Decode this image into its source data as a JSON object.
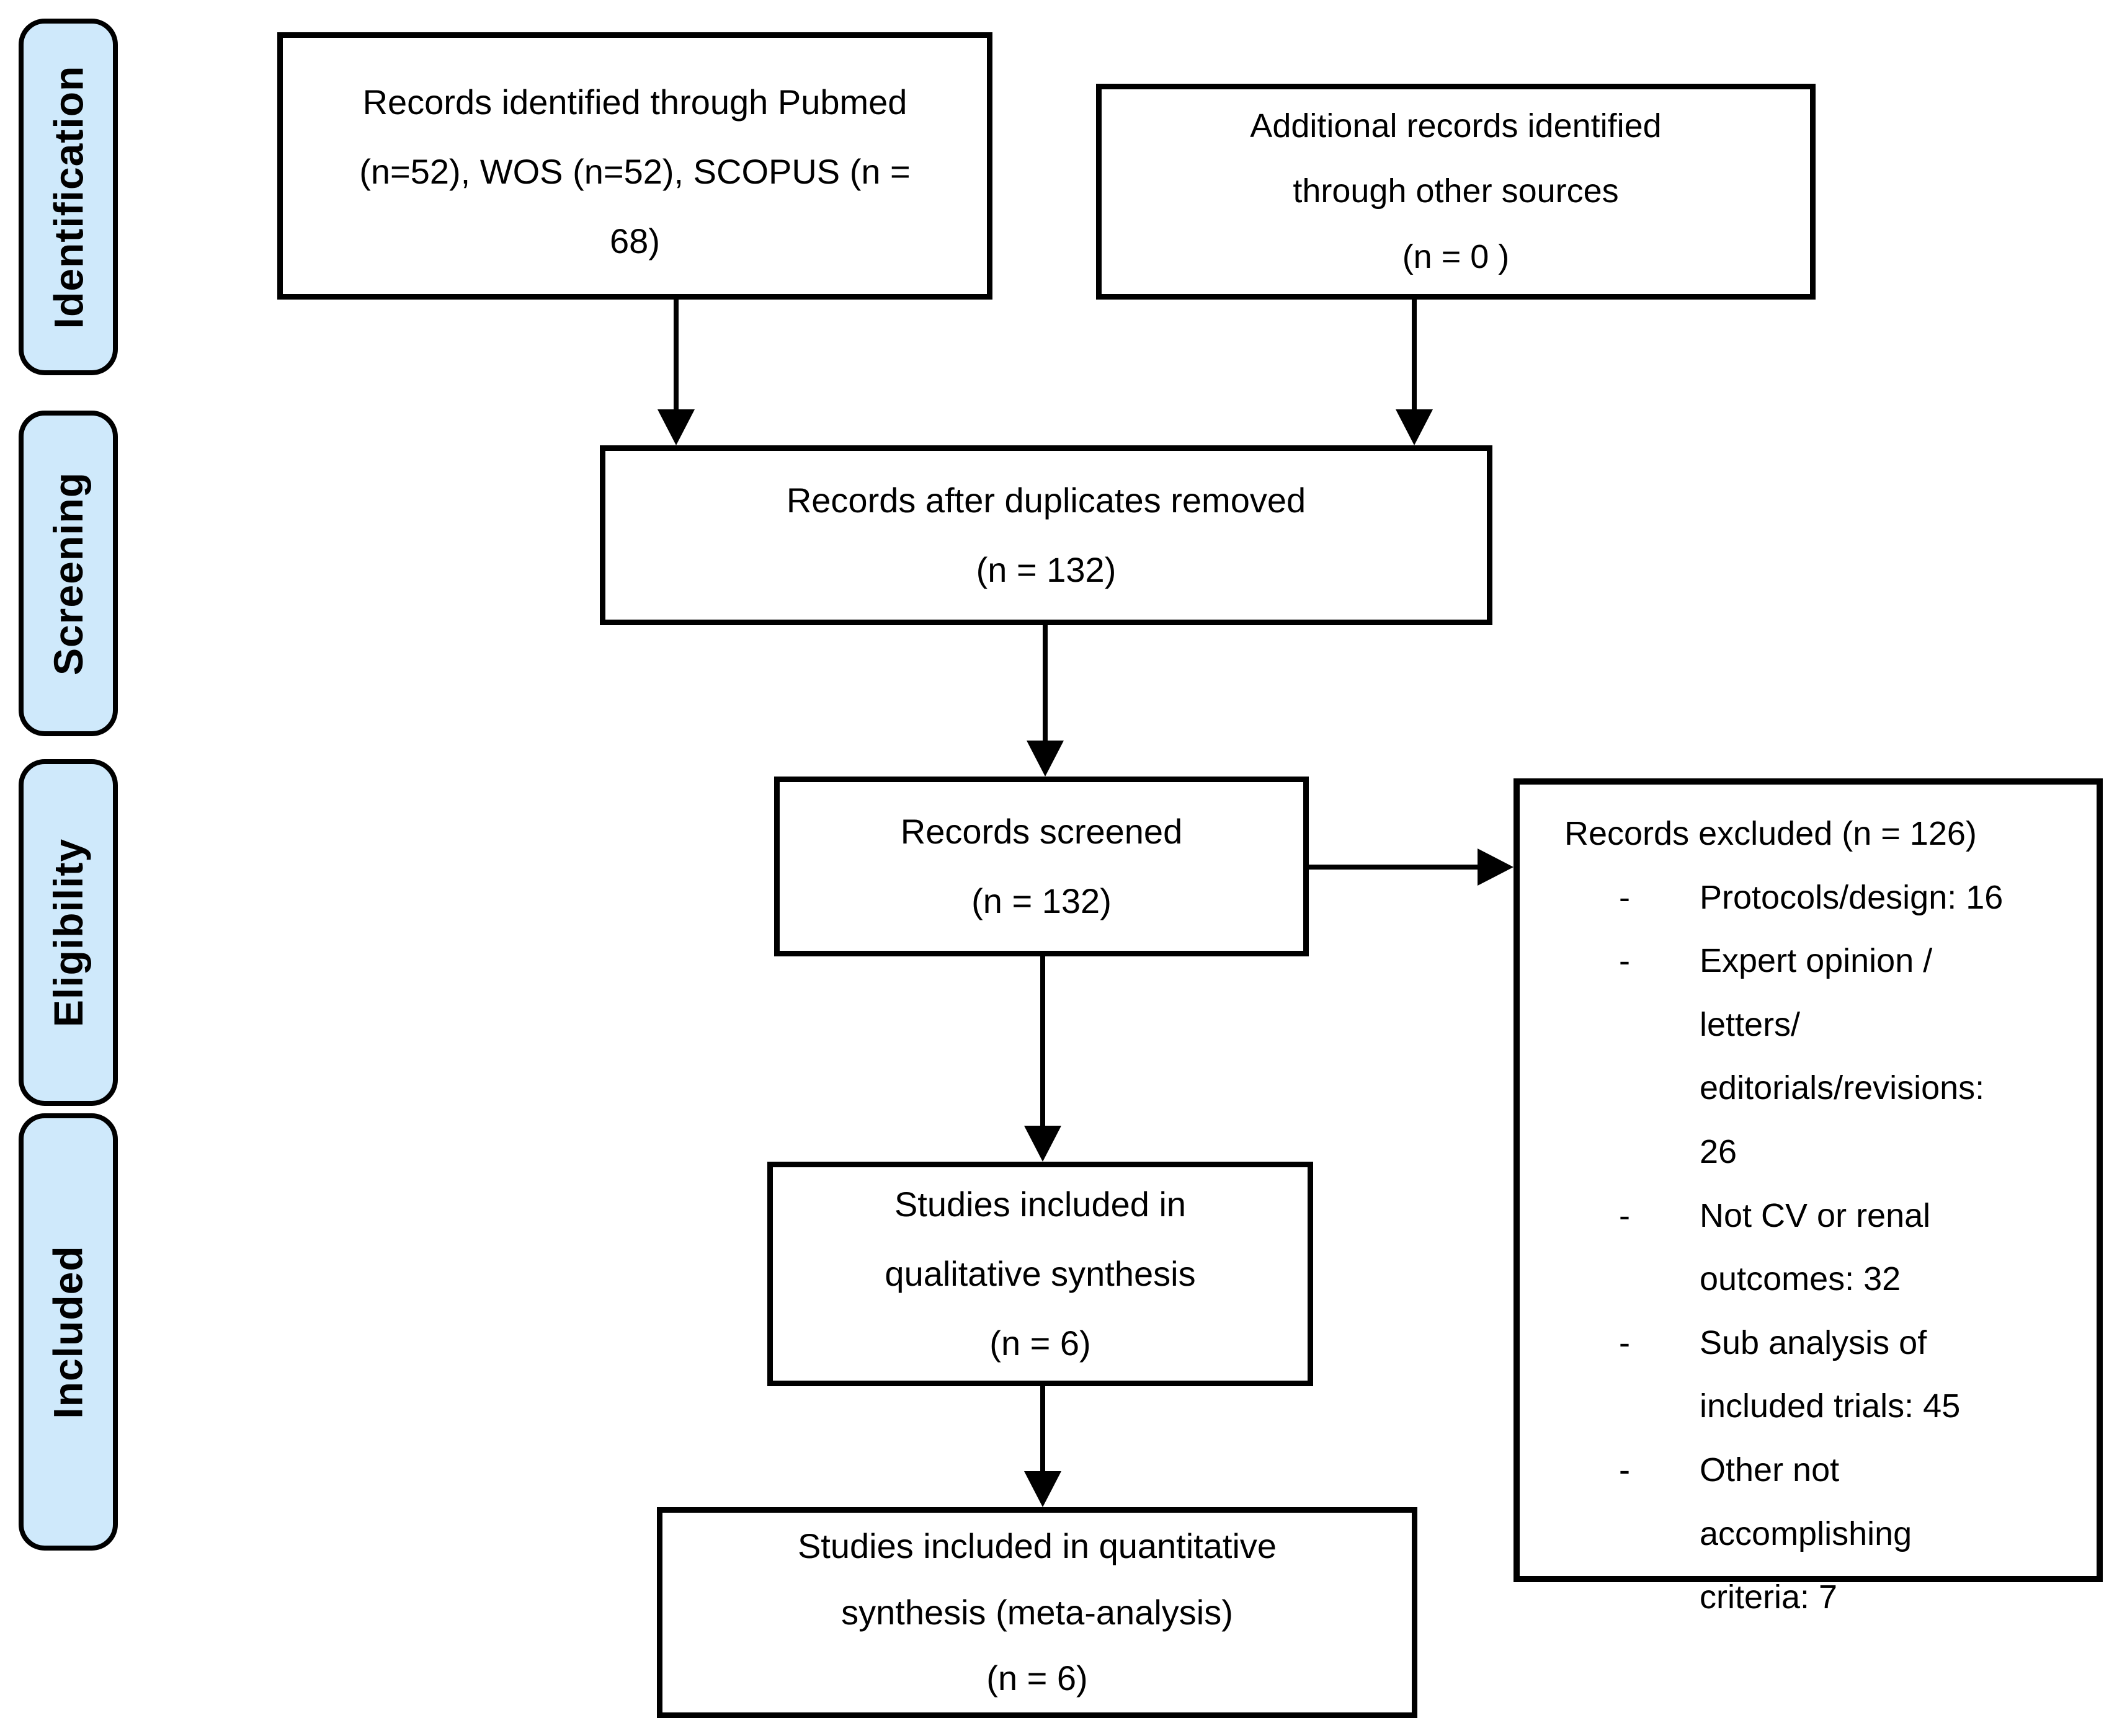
{
  "colors": {
    "stage_fill": "#cfe9fb",
    "line": "#000000",
    "box_fill": "#ffffff"
  },
  "stages": {
    "identification": "Identification",
    "screening": "Screening",
    "eligibility": "Eligibility",
    "included": "Included"
  },
  "boxes": {
    "identified": "Records identified through Pubmed\n(n=52), WOS (n=52), SCOPUS (n =\n68)",
    "additional": "Additional records identified\nthrough other sources\n(n = 0 )",
    "duplicates_removed": "Records after duplicates removed\n(n = 132)",
    "screened": "Records screened\n(n = 132)",
    "qualitative": "Studies included in\nqualitative synthesis\n(n = 6)",
    "quantitative": "Studies included in quantitative\nsynthesis (meta-analysis)\n(n = 6)"
  },
  "excluded": {
    "title": "Records excluded (n = 126)",
    "marker": "-",
    "bullets": [
      "Protocols/design: 16",
      "Expert opinion /\nletters/\neditorials/revisions:\n26",
      "Not CV or renal\noutcomes: 32",
      "Sub analysis of\nincluded trials: 45",
      "Other not\naccomplishing\ncriteria:  7"
    ]
  }
}
